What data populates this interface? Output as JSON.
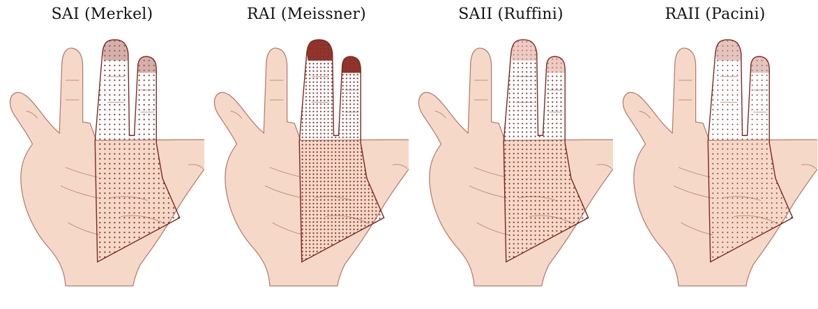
{
  "panels": [
    {
      "title": "SAI (Merkel)",
      "tip": "#b07066",
      "tipOpacity": 0.55,
      "dots": "#7a2a22",
      "dotSize": 1.25,
      "dotSpacing": 8
    },
    {
      "title": "RAI (Meissner)",
      "tip": "#8a2a22",
      "tipOpacity": 0.95,
      "dots": "#7a2a22",
      "dotSize": 1.25,
      "dotSpacing": 6
    },
    {
      "title": "SAII (Ruffini)",
      "tip": "#e2a99c",
      "tipOpacity": 0.6,
      "dots": "#7a2a22",
      "dotSize": 1.2,
      "dotSpacing": 7
    },
    {
      "title": "RAII (Pacini)",
      "tip": "#c98a7e",
      "tipOpacity": 0.5,
      "dots": "#7a2a22",
      "dotSize": 1.05,
      "dotSpacing": 8
    }
  ],
  "colors": {
    "skin": "#f6d8c8",
    "outline": "#b07a6a",
    "region_edge": "#7a2a22",
    "crease": "#b88474"
  }
}
